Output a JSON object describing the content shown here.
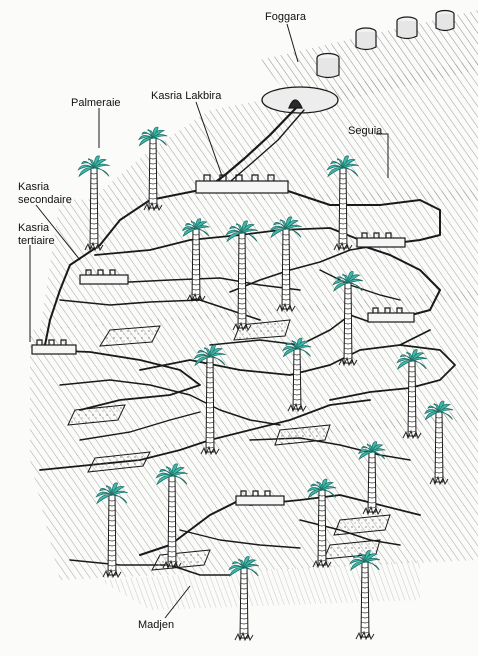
{
  "labels": {
    "foggara": "Foggara",
    "palmeraie": "Palmeraie",
    "kasria_lakbira": "Kasria Lakbira",
    "seguia": "Seguia",
    "kasria_secondaire_1": "Kasria",
    "kasria_secondaire_2": "secondaire",
    "kasria_tertiaire_1": "Kasria",
    "kasria_tertiaire_2": "tertiaire",
    "madjen": "Madjen"
  },
  "colors": {
    "ink": "#1a1a1a",
    "palm_fronds": "#3fb8a9",
    "hatching": "#8a8a8a",
    "background": "#fbfbf9"
  },
  "icons": [
    "palm-tree-icon",
    "well-shaft-icon",
    "kasria-comb-icon"
  ]
}
